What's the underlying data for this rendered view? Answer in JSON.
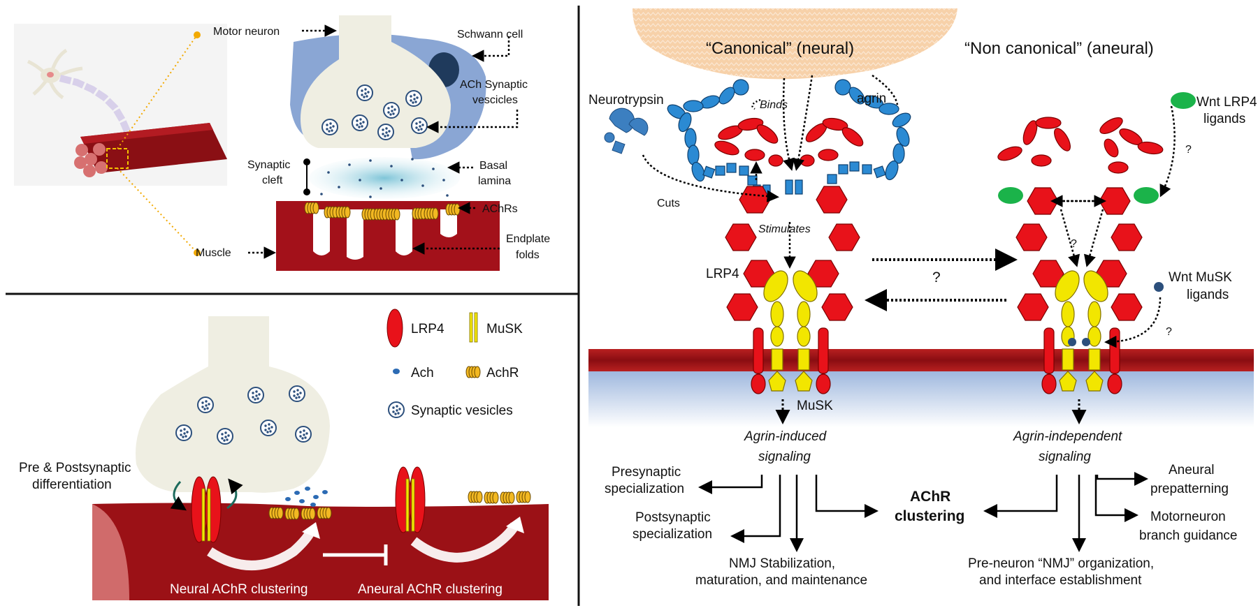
{
  "top_left": {
    "motor_neuron": "Motor neuron",
    "schwann_cell": "Schwann cell",
    "ach_vesicles_1": "ACh Synaptic",
    "ach_vesicles_2": "vescicles",
    "synaptic_cleft_1": "Synaptic",
    "synaptic_cleft_2": "cleft",
    "basal_lamina_1": "Basal",
    "basal_lamina_2": "lamina",
    "achrs": "AChRs",
    "endplate_1": "Endplate",
    "endplate_2": "folds",
    "muscle": "Muscle"
  },
  "bottom_left": {
    "legend": {
      "lrp4": "LRP4",
      "musk": "MuSK",
      "ach": "Ach",
      "achr": "AchR",
      "vesicles": "Synaptic vesicles"
    },
    "pre_post_1": "Pre & Postsynaptic",
    "pre_post_2": "differentiation",
    "neural": "Neural AChR clustering",
    "aneural": "Aneural AChR clustering"
  },
  "right": {
    "canonical": "“Canonical” (neural)",
    "non_canonical": "“Non canonical” (aneural)",
    "neurotrypsin": "Neurotrypsin",
    "binds": "Binds",
    "agrin": "agrin",
    "cuts": "Cuts",
    "stimulates": "Stimulates",
    "lrp4": "LRP4",
    "musk": "MuSK",
    "question": "?",
    "wnt_lrp4_1": "Wnt LRP4",
    "wnt_lrp4_2": "ligands",
    "wnt_musk_1": "Wnt MuSK",
    "wnt_musk_2": "ligands",
    "agrin_induced_1": "Agrin-induced",
    "agrin_induced_2": "signaling",
    "agrin_indep_1": "Agrin-independent",
    "agrin_indep_2": "signaling",
    "presyn_1": "Presynaptic",
    "presyn_2": "specialization",
    "postsyn_1": "Postsynaptic",
    "postsyn_2": "specialization",
    "nmj_1": "NMJ Stabilization,",
    "nmj_2": "maturation, and maintenance",
    "achr_1": "AChR",
    "achr_2": "clustering",
    "aneural_pre_1": "Aneural",
    "aneural_pre_2": "prepatterning",
    "motorneuron_1": "Motorneuron",
    "motorneuron_2": "branch guidance",
    "preneuron_1": "Pre-neuron “NMJ” organization,",
    "preneuron_2": "and interface establishment"
  },
  "colors": {
    "muscle_red": "#9b1116",
    "lrp4_red": "#e8121a",
    "musk_yellow": "#f2e600",
    "agrin_blue": "#2b8ad3",
    "wnt_green": "#1bb34a",
    "schwann_blue": "#8aa6d4",
    "neuron_cream": "#efeee2",
    "nerve_orange": "#f6c796"
  }
}
